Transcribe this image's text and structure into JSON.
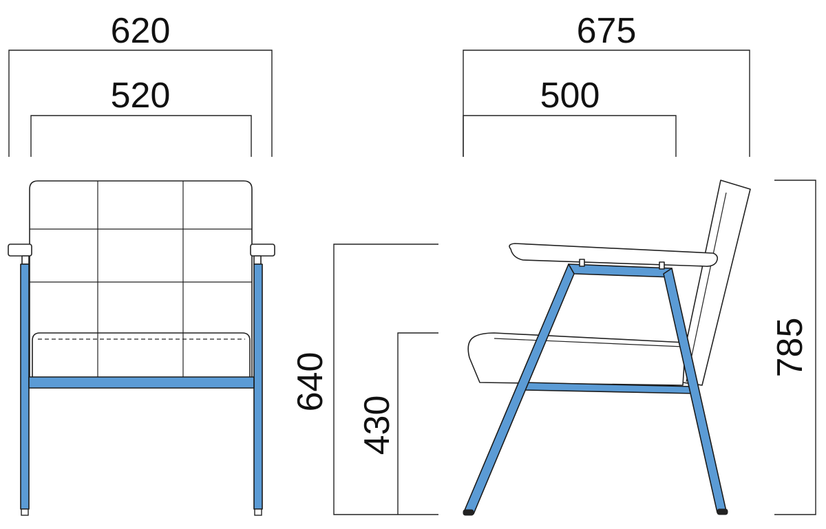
{
  "dimensions": {
    "front_overall_width": "620",
    "front_seat_width": "520",
    "side_overall_depth": "675",
    "side_seat_depth": "500",
    "arm_height": "640",
    "seat_height": "430",
    "overall_height": "785"
  },
  "colors": {
    "frame": "#5b9bd5",
    "line": "#222222",
    "background": "#ffffff"
  }
}
